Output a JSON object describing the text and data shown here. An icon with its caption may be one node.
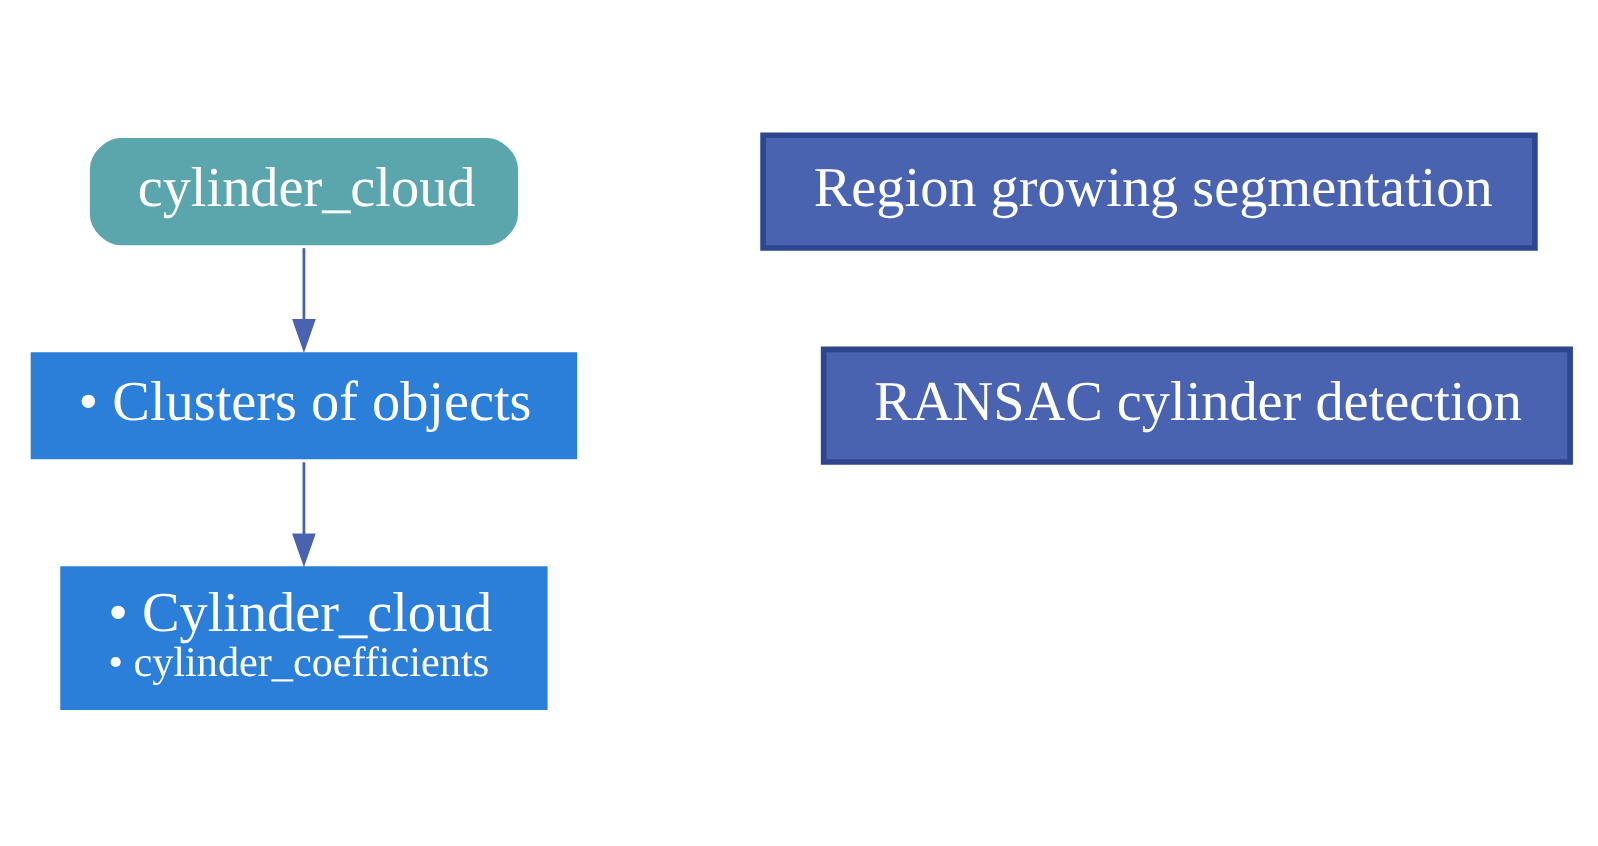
{
  "diagram": {
    "nodes": [
      {
        "text": [
          "cylinder_cloud"
        ]
      },
      {
        "text": [
          "Region growing segmentation"
        ]
      },
      {
        "text": [
          "• Clusters of objects"
        ]
      },
      {
        "text": [
          "RANSAC cylinder detection"
        ]
      },
      {
        "text": [
          "• Cylinder_cloud",
          "• cylinder_coefficients"
        ]
      }
    ],
    "edges": [
      {
        "from": 0,
        "to": 2,
        "arrow": "to"
      },
      {
        "from": 2,
        "to": 4,
        "arrow": "to"
      }
    ]
  }
}
